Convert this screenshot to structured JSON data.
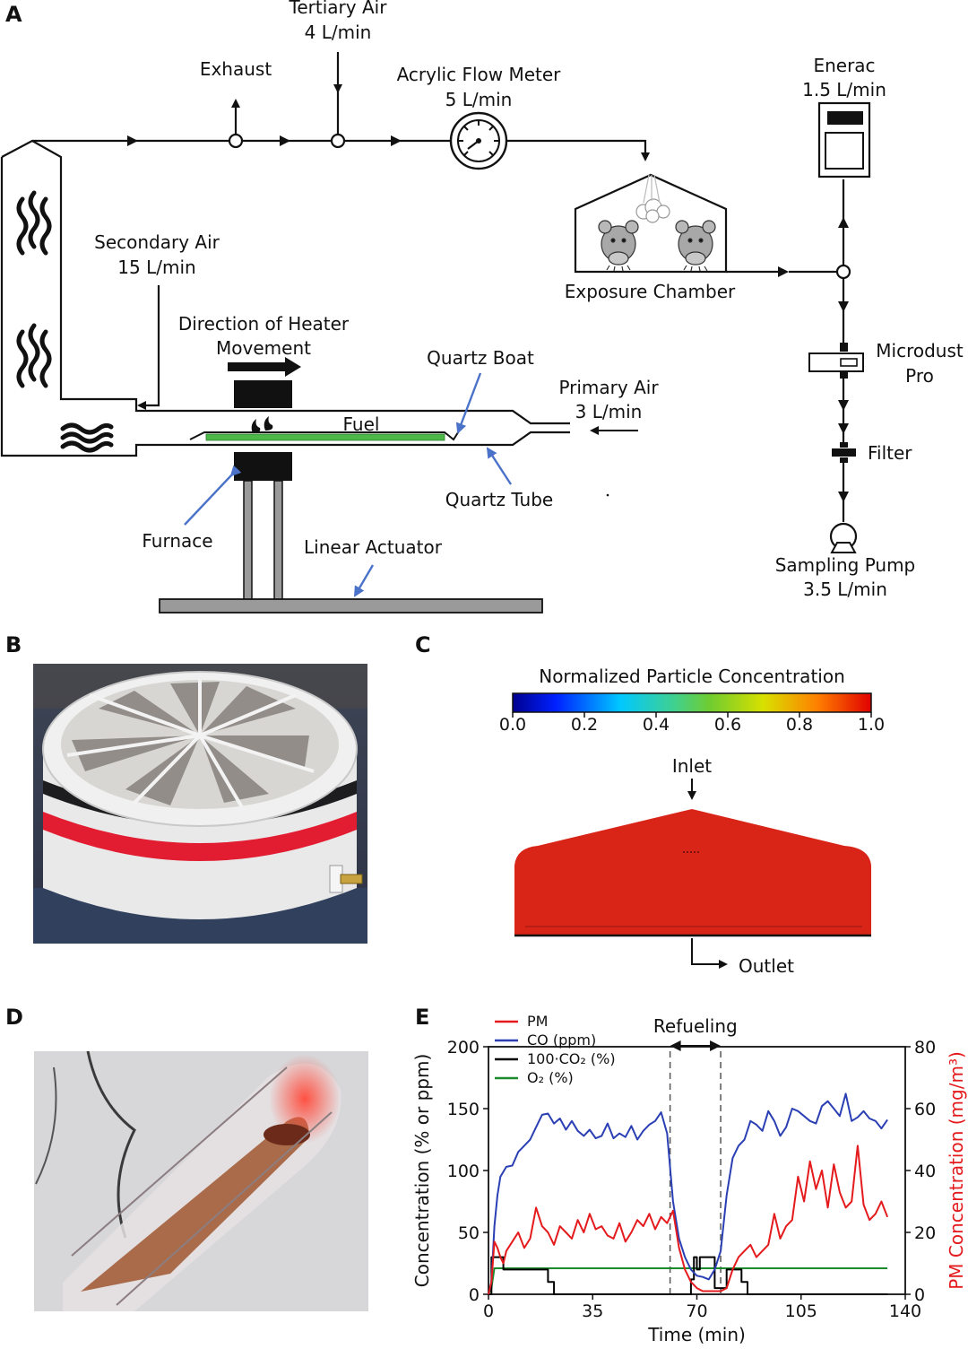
{
  "panels": {
    "A": {
      "label": "A",
      "tertiary_air": [
        "Tertiary Air",
        "4 L/min"
      ],
      "exhaust": "Exhaust",
      "flow_meter": [
        "Acrylic Flow Meter",
        "5 L/min"
      ],
      "enerac": [
        "Enerac",
        "1.5 L/min"
      ],
      "secondary_air": [
        "Secondary Air",
        "15 L/min"
      ],
      "exposure_chamber": "Exposure Chamber",
      "heater_direction": [
        "Direction of Heater",
        "Movement"
      ],
      "quartz_boat": "Quartz Boat",
      "primary_air": [
        "Primary Air",
        "3 L/min"
      ],
      "fuel": "Fuel",
      "microdust": [
        "Microdust",
        "Pro"
      ],
      "filter": "Filter",
      "quartz_tube": "Quartz Tube",
      "furnace": "Furnace",
      "linear_actuator": "Linear Actuator",
      "sampling_pump": [
        "Sampling Pump",
        "3.5 L/min"
      ]
    },
    "B": {
      "label": "B"
    },
    "C": {
      "label": "C",
      "colorbar_title": "Normalized Particle Concentration",
      "colorbar_ticks": [
        "0.0",
        "0.2",
        "0.4",
        "0.6",
        "0.8",
        "1.0"
      ],
      "inlet": "Inlet",
      "outlet": "Outlet"
    },
    "D": {
      "label": "D"
    },
    "E": {
      "label": "E"
    }
  },
  "colors": {
    "pm": "#e41a1c",
    "co": "#2b3fb4",
    "co2": "#000000",
    "o2": "#1e8a2e",
    "fuel": "#4cb848",
    "arrow_blue": "#4a72c8",
    "chamber_red": "#d92518"
  },
  "chart_data": {
    "type": "line",
    "xlabel": "Time (min)",
    "ylabel": "Concentration (% or ppm)",
    "ylabel2": "PM Concentration (mg/m³)",
    "xlim": [
      0,
      140
    ],
    "ylim": [
      0,
      200
    ],
    "ylim2": [
      0,
      80
    ],
    "xticks": [
      "0",
      "35",
      "70",
      "105",
      "140"
    ],
    "yticks": [
      "0",
      "50",
      "100",
      "150",
      "200"
    ],
    "yticks2": [
      "0",
      "20",
      "40",
      "60",
      "80"
    ],
    "annotation": "Refueling",
    "refuel_window": [
      61,
      78
    ],
    "series": [
      {
        "name": "PM",
        "axis": "right",
        "x": [
          0,
          1,
          2,
          3,
          4,
          5,
          6,
          8,
          10,
          12,
          14,
          16,
          18,
          20,
          22,
          24,
          26,
          28,
          30,
          32,
          34,
          36,
          38,
          40,
          42,
          44,
          46,
          48,
          50,
          52,
          54,
          56,
          58,
          60,
          62,
          64,
          66,
          68,
          70,
          72,
          74,
          76,
          78,
          80,
          82,
          84,
          86,
          88,
          90,
          92,
          94,
          96,
          98,
          100,
          102,
          104,
          106,
          108,
          110,
          112,
          114,
          116,
          118,
          120,
          122,
          124,
          126,
          128,
          130,
          132,
          134
        ],
        "y": [
          0,
          4,
          17,
          15,
          12,
          10,
          14,
          17,
          20,
          15,
          18,
          28,
          22,
          20,
          16,
          22,
          20,
          18,
          24,
          20,
          26,
          21,
          22,
          19,
          18,
          23,
          17,
          20,
          24,
          22,
          26,
          21,
          25,
          23,
          27,
          15,
          8,
          4,
          2,
          1,
          1,
          1,
          1,
          2,
          8,
          12,
          14,
          16,
          12,
          14,
          16,
          26,
          18,
          22,
          24,
          38,
          30,
          43,
          34,
          40,
          28,
          42,
          33,
          28,
          30,
          48,
          29,
          24,
          26,
          30,
          25
        ]
      },
      {
        "name": "CO (ppm)",
        "axis": "left",
        "x": [
          0,
          1,
          2,
          3,
          4,
          6,
          8,
          10,
          12,
          14,
          16,
          18,
          20,
          22,
          24,
          26,
          28,
          30,
          32,
          34,
          36,
          38,
          40,
          42,
          44,
          46,
          48,
          50,
          52,
          54,
          56,
          58,
          60,
          62,
          64,
          66,
          68,
          70,
          72,
          74,
          76,
          78,
          80,
          82,
          84,
          86,
          88,
          90,
          92,
          94,
          96,
          98,
          100,
          102,
          104,
          106,
          108,
          110,
          112,
          114,
          116,
          118,
          120,
          122,
          124,
          126,
          128,
          130,
          132,
          134
        ],
        "y": [
          0,
          10,
          55,
          80,
          95,
          103,
          104,
          115,
          120,
          125,
          135,
          145,
          146,
          138,
          142,
          133,
          140,
          132,
          128,
          133,
          126,
          128,
          138,
          126,
          130,
          127,
          136,
          125,
          132,
          137,
          140,
          147,
          130,
          75,
          45,
          30,
          20,
          15,
          14,
          12,
          20,
          35,
          80,
          110,
          120,
          125,
          140,
          137,
          132,
          148,
          140,
          128,
          135,
          150,
          148,
          144,
          140,
          138,
          152,
          156,
          150,
          144,
          162,
          140,
          143,
          148,
          142,
          140,
          134,
          141
        ]
      },
      {
        "name": "100·CO₂ (%)",
        "axis": "left",
        "x": [
          0,
          1,
          1,
          5,
          5,
          20,
          20,
          22,
          22,
          68,
          68,
          69,
          69,
          70,
          70,
          71,
          71,
          72,
          72,
          76,
          76,
          80,
          80,
          85,
          85,
          87,
          87,
          134
        ],
        "y": [
          0,
          0,
          30,
          30,
          20,
          20,
          10,
          10,
          0,
          0,
          12,
          12,
          30,
          30,
          20,
          20,
          30,
          30,
          30,
          30,
          5,
          5,
          20,
          20,
          10,
          10,
          0,
          0
        ]
      },
      {
        "name": "O₂ (%)",
        "axis": "left",
        "x": [
          0,
          1,
          2,
          134
        ],
        "y": [
          0,
          5,
          21,
          21
        ]
      }
    ]
  }
}
